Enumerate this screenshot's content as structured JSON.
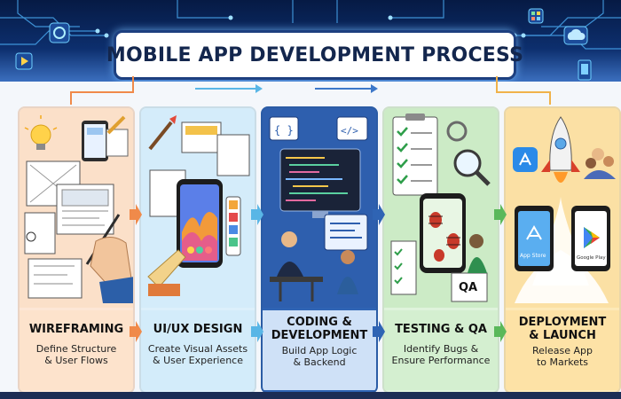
{
  "title": "MOBILE APP DEVELOPMENT PROCESS",
  "colors": {
    "header_dark": "#061a44",
    "stage_1": "#f39a5c",
    "stage_2": "#7fc4ea",
    "stage_3": "#3d78c9",
    "stage_4": "#8fd08a",
    "stage_5": "#f5bd5a"
  },
  "stages": [
    {
      "title": "WIREFRAMING",
      "description": "Define Structure\n& User Flows",
      "icons": [
        "lightbulb-icon",
        "wireframe-sketch-icon",
        "pencil-hand-icon"
      ]
    },
    {
      "title": "UI/UX DESIGN",
      "description": "Create Visual Assets\n& User Experience",
      "icons": [
        "paintbrush-icon",
        "phone-design-icon",
        "color-swatch-icon"
      ]
    },
    {
      "title": "CODING &\nDEVELOPMENT",
      "description": "Build App Logic\n& Backend",
      "icons": [
        "code-brackets-icon",
        "monitor-code-icon",
        "developer-icon"
      ]
    },
    {
      "title": "TESTING & QA",
      "description": "Identify Bugs &\nEnsure Performance",
      "badge": "QA",
      "icons": [
        "checklist-icon",
        "bug-icon",
        "magnifier-icon"
      ]
    },
    {
      "title": "DEPLOYMENT\n& LAUNCH",
      "description": "Release App\nto Markets",
      "store_labels": [
        "App Store",
        "Google Play"
      ],
      "icons": [
        "rocket-icon",
        "app-store-icon",
        "google-play-icon"
      ]
    }
  ]
}
